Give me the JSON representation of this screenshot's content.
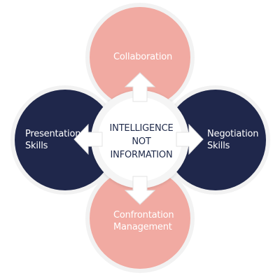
{
  "colors": {
    "pink": "#f1aaa2",
    "navy": "#1f274b",
    "arrow": "#ffffff",
    "center_text": "#1f2a4a",
    "ring": "#f2f2f2"
  },
  "center": {
    "lines": [
      "INTELLIGENCE",
      "NOT",
      "INFORMATION"
    ]
  },
  "nodes": {
    "top": {
      "lines": [
        "Collaboration"
      ]
    },
    "left": {
      "lines": [
        "Presentation",
        "Skills"
      ]
    },
    "right": {
      "lines": [
        "Negotiation",
        "Skills"
      ]
    },
    "bottom": {
      "lines": [
        "Confrontation",
        "Management"
      ]
    }
  }
}
